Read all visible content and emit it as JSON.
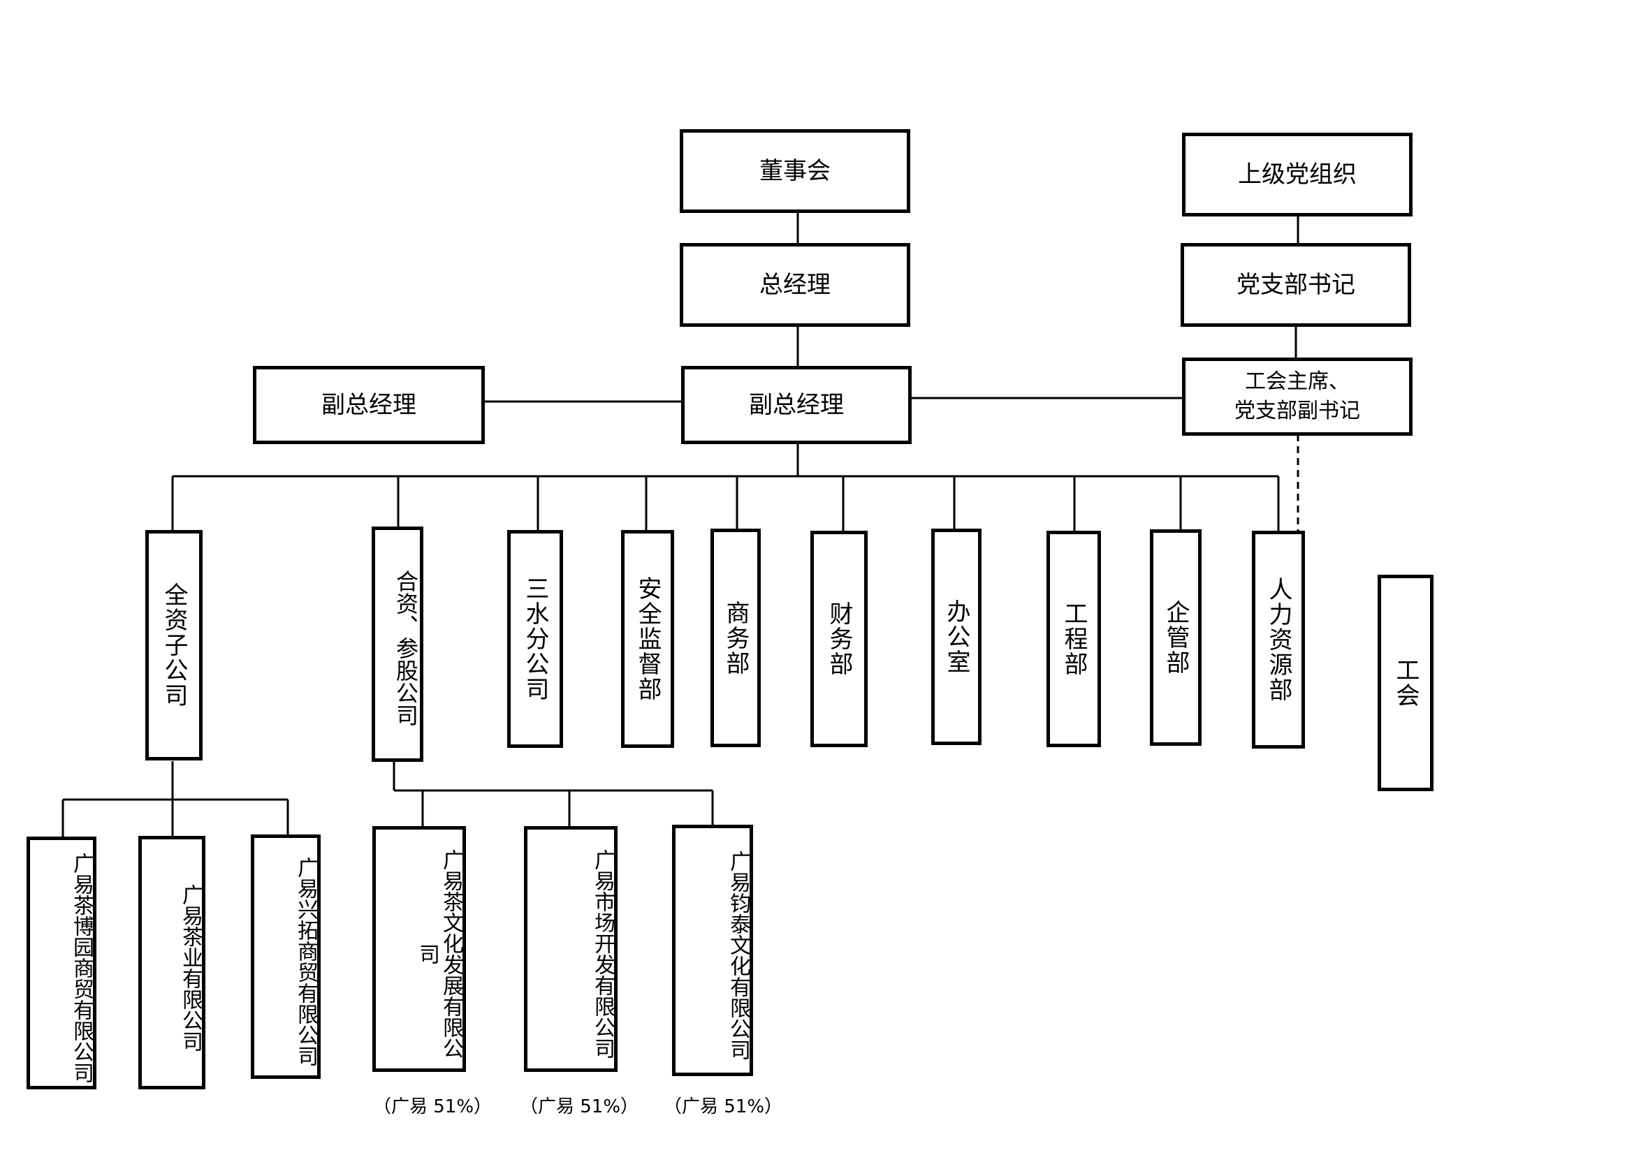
{
  "top": {
    "board": "董事会",
    "gm": "总经理",
    "deputy_left": "副总经理",
    "deputy_main": "副总经理"
  },
  "party": {
    "upper_org": "上级党组织",
    "secretary": "党支部书记",
    "union_chair_line1": "工会主席、",
    "union_chair_line2": "党支部副书记",
    "union": "工会"
  },
  "departments": [
    "全资子公司",
    "合资、参股公司",
    "三水分公司",
    "安全监督部",
    "商务部",
    "财务部",
    "办公室",
    "工程部",
    "企管部",
    "人力资源部"
  ],
  "wholly_owned": [
    "广易茶博园商贸有限公司",
    "广易茶业有限公司",
    "广易兴拓商贸有限公司"
  ],
  "joint_ventures": [
    {
      "name": "广易茶文化发展有限公司",
      "share": "（广易 51%）"
    },
    {
      "name": "广易市场开发有限公司",
      "share": "（广易 51%）"
    },
    {
      "name": "广易钧泰文化有限公司",
      "share": "（广易 51%）"
    }
  ]
}
